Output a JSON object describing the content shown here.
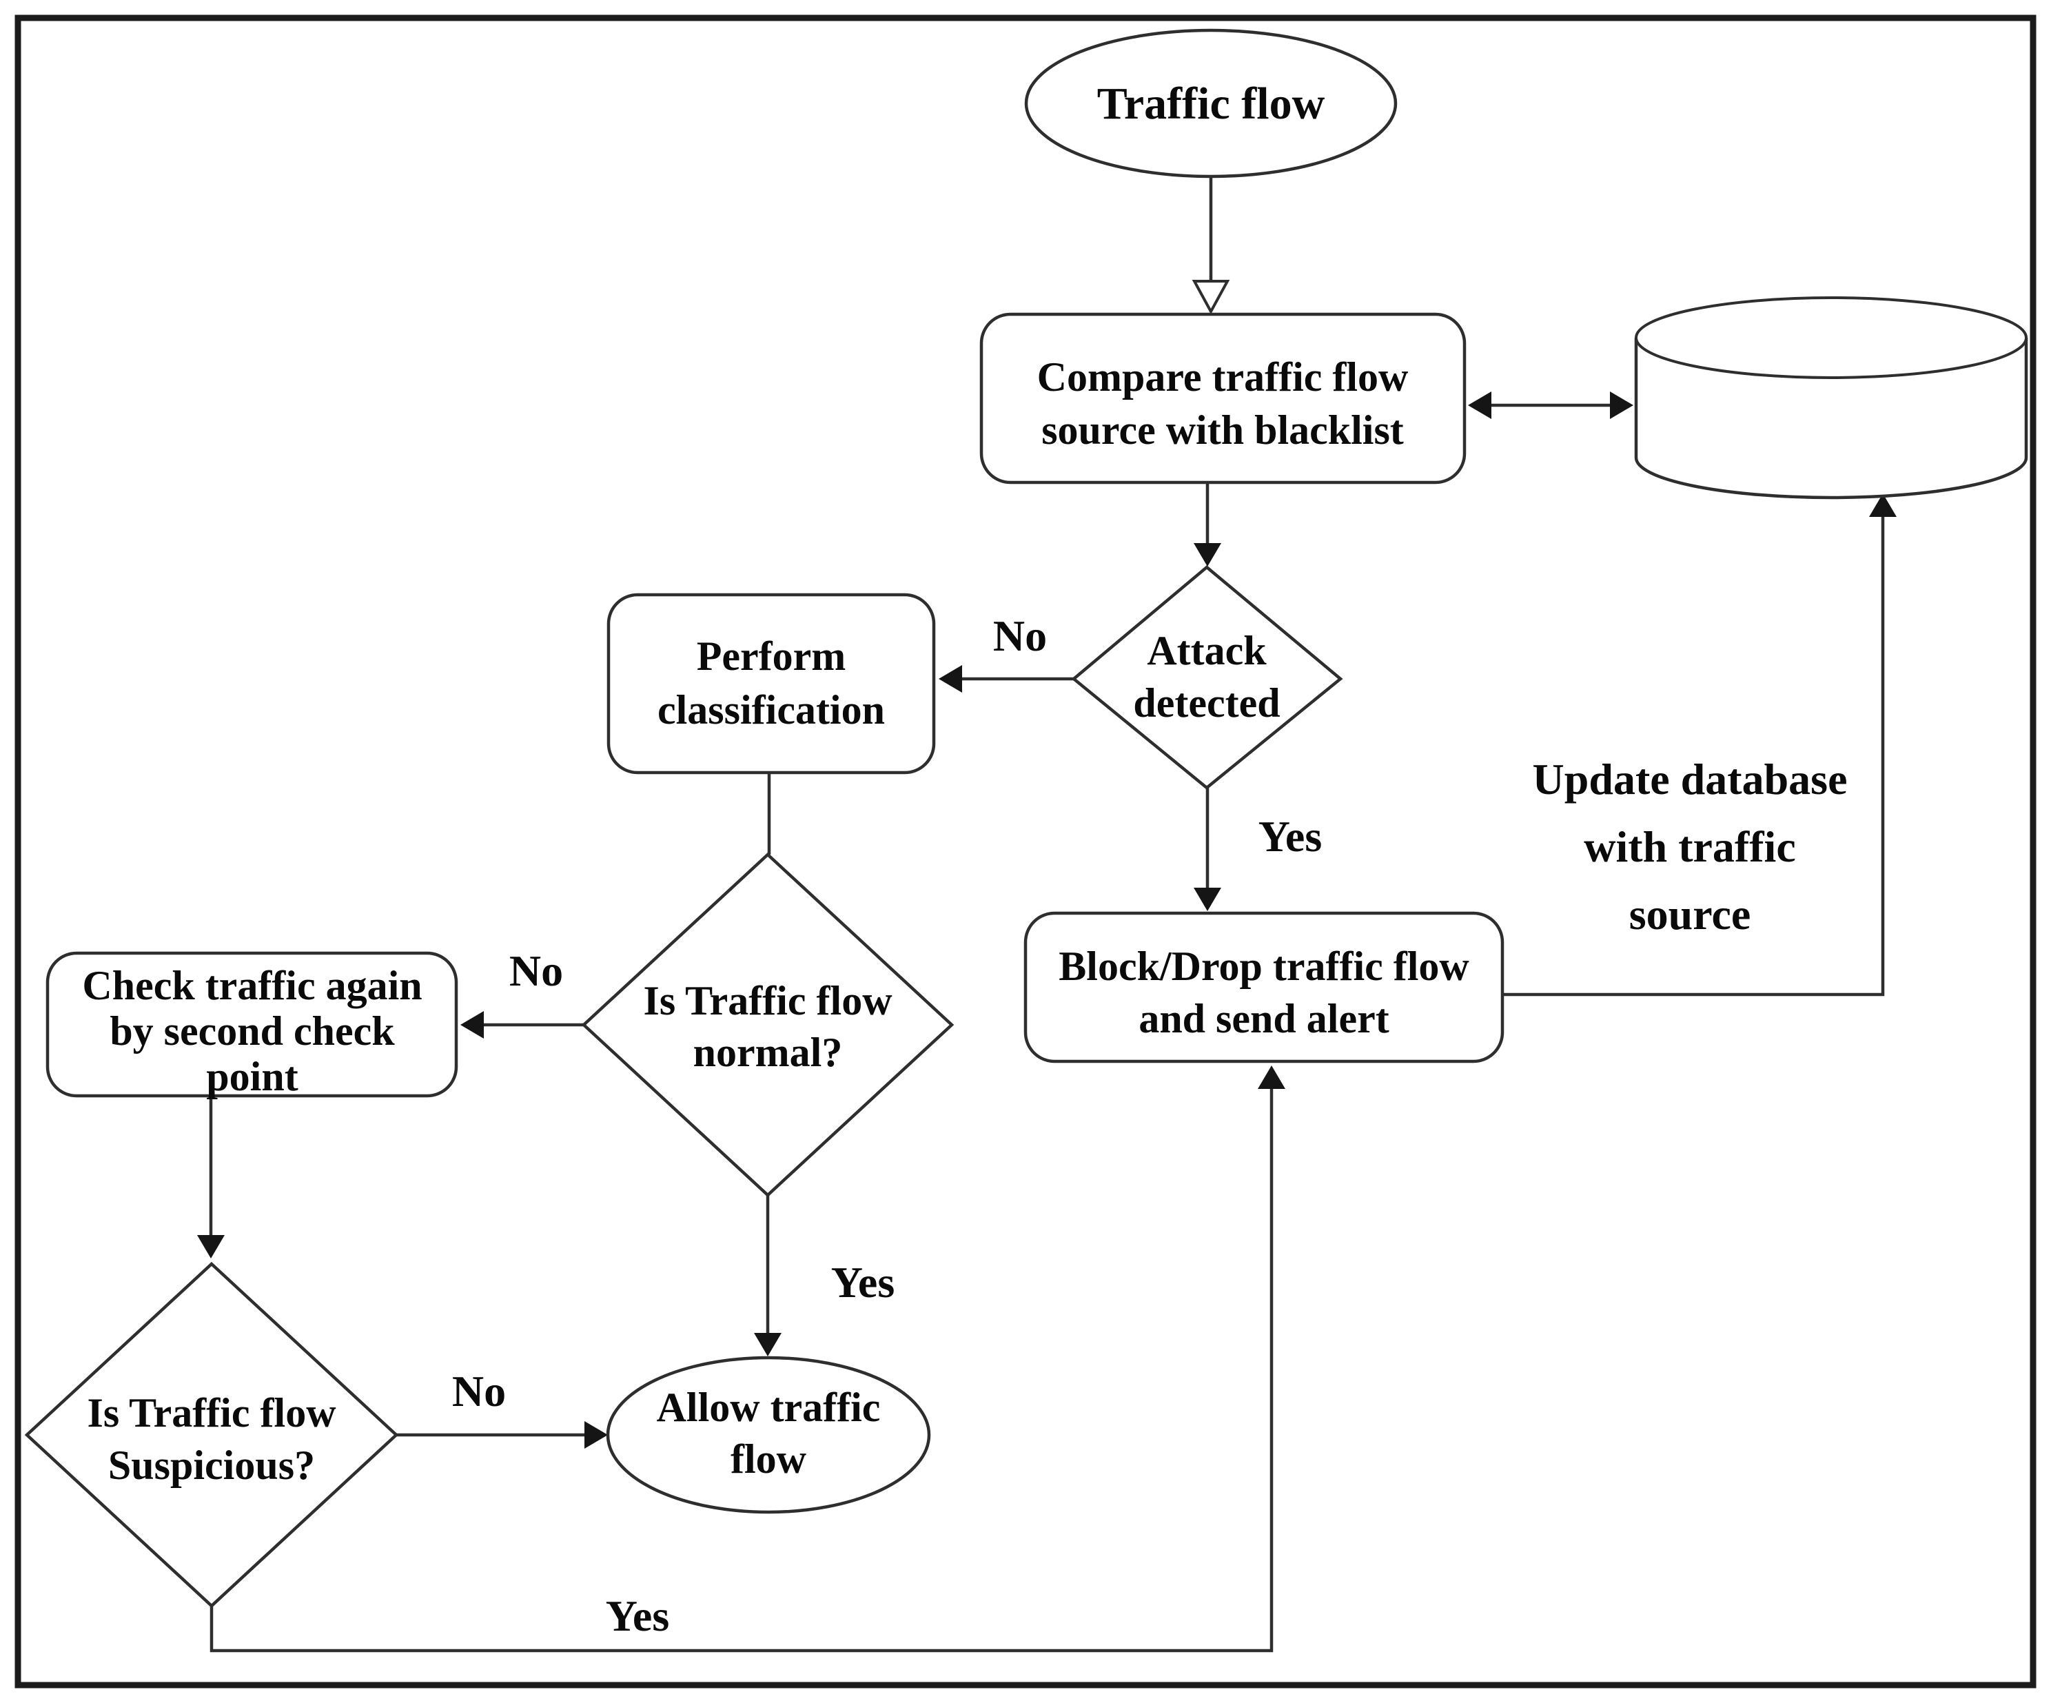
{
  "figure": {
    "background": "#ffffff",
    "border_color": "#1c1c1c",
    "line_color": "#2e2e2e",
    "text_color": "#0a0a0a"
  },
  "nodes": {
    "start": {
      "type": "terminator",
      "label": "Traffic flow"
    },
    "compare": {
      "type": "process",
      "lines": [
        "Compare traffic flow",
        "source with blacklist"
      ]
    },
    "database": {
      "type": "data-store"
    },
    "attack": {
      "type": "decision",
      "lines": [
        "Attack",
        "detected"
      ]
    },
    "perform": {
      "type": "process",
      "lines": [
        "Perform",
        "classification"
      ]
    },
    "block": {
      "type": "process",
      "lines": [
        "Block/Drop traffic flow",
        "and send alert"
      ]
    },
    "normal": {
      "type": "decision",
      "lines": [
        "Is Traffic flow",
        "normal?"
      ]
    },
    "check": {
      "type": "process",
      "lines": [
        "Check traffic again",
        "by second check",
        "point"
      ]
    },
    "suspicious": {
      "type": "decision",
      "lines": [
        "Is Traffic flow",
        "Suspicious?"
      ]
    },
    "allow": {
      "type": "terminator",
      "lines": [
        "Allow traffic",
        "flow"
      ]
    }
  },
  "edge_labels": {
    "attack_no": "No",
    "attack_yes": "Yes",
    "normal_no": "No",
    "normal_yes": "Yes",
    "suspicious_no": "No",
    "suspicious_yes": "Yes",
    "update_database": [
      "Update database",
      "with traffic",
      "source"
    ]
  }
}
